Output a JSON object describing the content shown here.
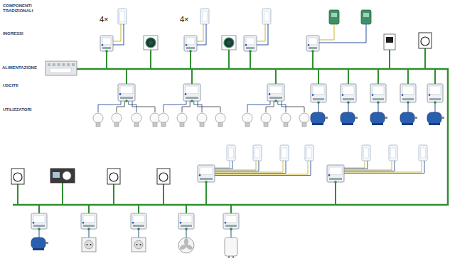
{
  "diagram": {
    "labels": [
      "COMPONENTI TRADIZIONALI",
      "INGRESSI",
      "ALIMENTAZIONE",
      "USCITE",
      "UTILIZZATORI",
      "4×",
      "4×"
    ]
  }
}
